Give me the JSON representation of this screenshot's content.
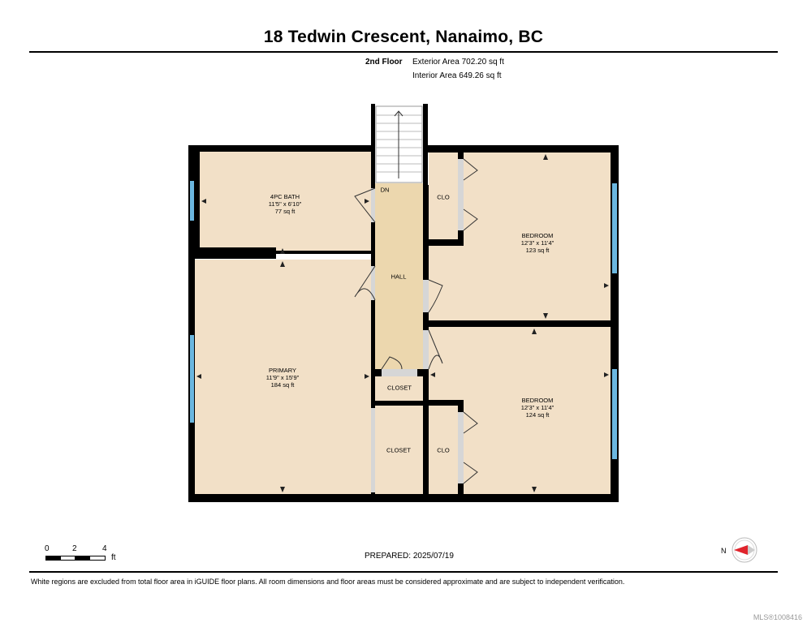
{
  "header": {
    "title": "18 Tedwin Crescent, Nanaimo, BC",
    "floor": "2nd Floor",
    "exterior_area": "Exterior Area 702.20 sq ft",
    "interior_area": "Interior Area 649.26 sq ft"
  },
  "rooms": {
    "bath": {
      "name": "4PC BATH",
      "dims": "11'5\" x 6'10\"",
      "area": "77 sq ft"
    },
    "primary": {
      "name": "PRIMARY",
      "dims": "11'9\" x 15'9\"",
      "area": "184 sq ft"
    },
    "bedroom_top": {
      "name": "BEDROOM",
      "dims": "12'3\" x 11'4\"",
      "area": "123 sq ft"
    },
    "bedroom_bottom": {
      "name": "BEDROOM",
      "dims": "12'3\" x 11'4\"",
      "area": "124 sq ft"
    },
    "hall": "HALL",
    "dn": "DN",
    "clo_top": "CLO",
    "clo_bottom": "CLO",
    "closet_hall": "CLOSET",
    "closet_bottom": "CLOSET"
  },
  "scale": {
    "t0": "0",
    "t2": "2",
    "t4": "4",
    "unit": "ft"
  },
  "compass": {
    "label": "N"
  },
  "footer": {
    "prepared": "PREPARED: 2025/07/19",
    "disclaimer": "White regions are excluded from total floor area in iGUIDE floor plans. All room dimensions and floor areas must be considered approximate and are subject to independent verification.",
    "mls": "MLS®1008416"
  },
  "colors": {
    "room_fill": "#f2e0c7",
    "hall_fill": "#ecd7ae",
    "wall": "#000000",
    "window": "#6bb7e0",
    "door": "#cccccc"
  }
}
